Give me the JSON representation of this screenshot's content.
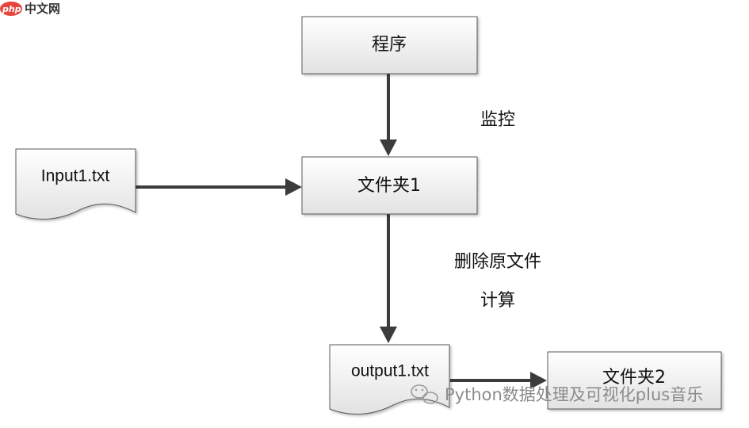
{
  "site_logo": {
    "badge": "php",
    "text": "中文网",
    "badge_color": "#e8453c"
  },
  "nodes": {
    "program": {
      "label": "程序"
    },
    "folder1": {
      "label": "文件夹1"
    },
    "folder2": {
      "label": "文件夹2"
    },
    "input_doc": {
      "label": "Input1.txt"
    },
    "output_doc": {
      "label": "output1.txt"
    }
  },
  "edges": {
    "monitor_label": "监控",
    "delete_label": "删除原文件",
    "compute_label": "计算"
  },
  "watermark": {
    "text": "Python数据处理及可视化plus音乐",
    "icon": "wechat-icon"
  },
  "colors": {
    "box_fill_top": "#ffffff",
    "box_fill_bottom": "#e4e4e4",
    "box_stroke": "#5a5a5a",
    "arrow": "#3c3c3c"
  }
}
